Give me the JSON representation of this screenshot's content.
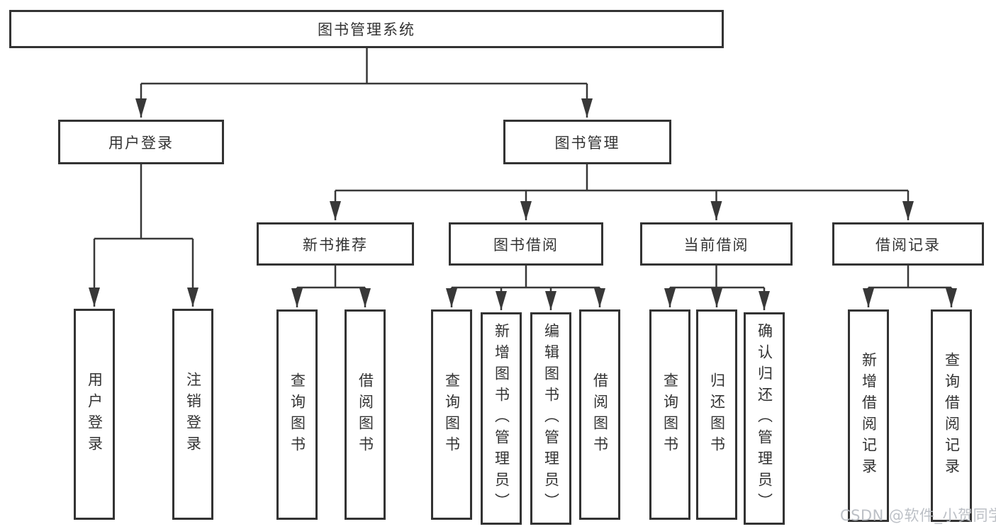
{
  "diagram": {
    "type": "tree",
    "root": {
      "label": "图书管理系统",
      "children": [
        {
          "label": "用户登录",
          "children": [
            {
              "label": "用户登录"
            },
            {
              "label": "注销登录"
            }
          ]
        },
        {
          "label": "图书管理",
          "children": [
            {
              "label": "新书推荐",
              "children": [
                {
                  "label": "查询图书"
                },
                {
                  "label": "借阅图书"
                }
              ]
            },
            {
              "label": "图书借阅",
              "children": [
                {
                  "label": "查询图书"
                },
                {
                  "label": "新增图书（管理员）"
                },
                {
                  "label": "编辑图书（管理员）"
                },
                {
                  "label": "借阅图书"
                }
              ]
            },
            {
              "label": "当前借阅",
              "children": [
                {
                  "label": "查询图书"
                },
                {
                  "label": "归还图书"
                },
                {
                  "label": "确认归还（管理员）"
                }
              ]
            },
            {
              "label": "借阅记录",
              "children": [
                {
                  "label": "新增借阅记录"
                },
                {
                  "label": "查询借阅记录"
                }
              ]
            }
          ]
        }
      ]
    }
  },
  "watermark": {
    "text": "CSDN @软件_小贺同学"
  },
  "colors": {
    "line": "#383838",
    "box_border": "#333333",
    "text": "#333333",
    "background": "#ffffff",
    "watermark": "#b7bbc2"
  }
}
